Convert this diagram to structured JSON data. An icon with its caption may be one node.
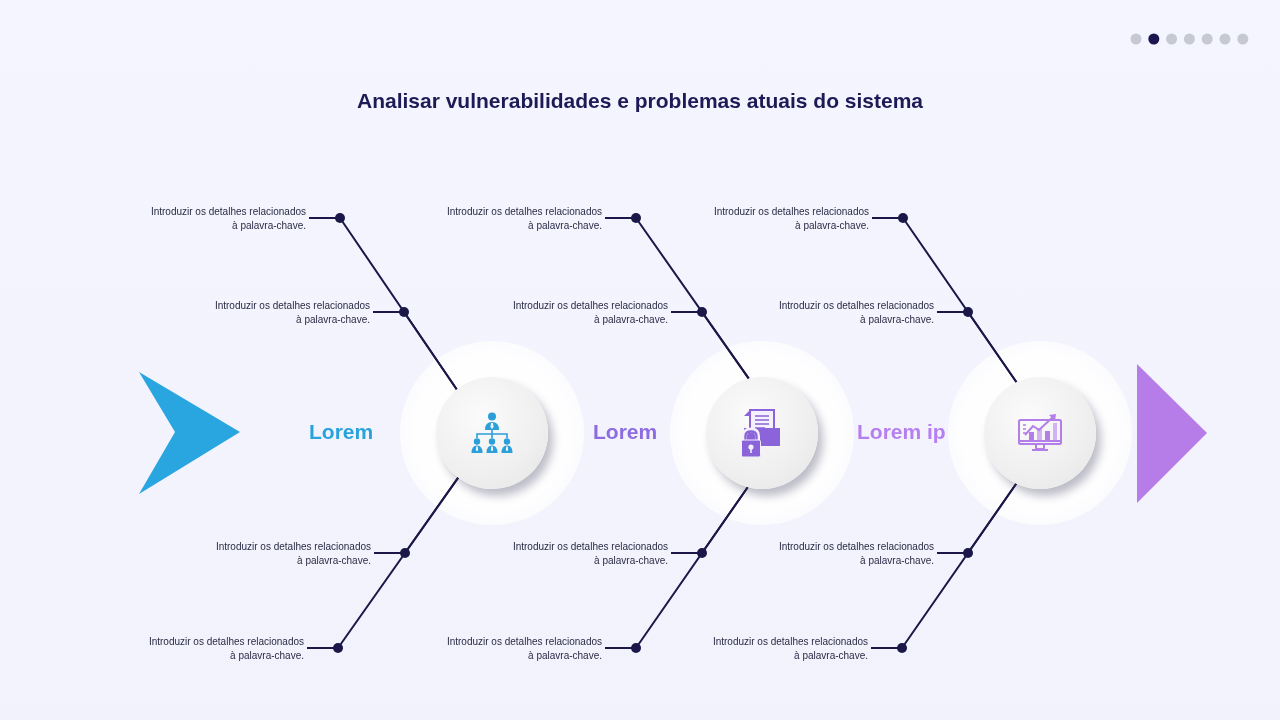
{
  "diagram": {
    "title": "Analisar vulnerabilidades e problemas atuais do sistema",
    "nodes": [
      {
        "text": [],
        "shape": "circle",
        "beside": [
          "Lorem"
        ]
      },
      {
        "text": [
          "Introduzir os detalhes relacionados à palavra-chave."
        ]
      },
      {
        "text": [
          "Introduzir os detalhes relacionados à palavra-chave."
        ]
      },
      {
        "text": [
          "Introduzir os detalhes relacionados à palavra-chave."
        ]
      },
      {
        "text": [
          "Introduzir os detalhes relacionados à palavra-chave."
        ]
      },
      {
        "text": [],
        "shape": "circle",
        "beside": [
          "Lorem"
        ]
      },
      {
        "text": [
          "Introduzir os detalhes relacionados à palavra-chave."
        ]
      },
      {
        "text": [
          "Introduzir os detalhes relacionados à palavra-chave."
        ]
      },
      {
        "text": [
          "Introduzir os detalhes relacionados à palavra-chave."
        ]
      },
      {
        "text": [
          "Introduzir os detalhes relacionados à palavra-chave."
        ]
      },
      {
        "text": [],
        "shape": "circle",
        "beside": [
          "Lorem ip"
        ]
      },
      {
        "text": [
          "Introduzir os detalhes relacionados à palavra-chave."
        ]
      },
      {
        "text": [
          "Introduzir os detalhes relacionados à palavra-chave."
        ]
      },
      {
        "text": [
          "Introduzir os detalhes relacionados à palavra-chave."
        ]
      },
      {
        "text": [
          "Introduzir os detalhes relacionados à palavra-chave."
        ]
      }
    ],
    "edges": [
      {
        "from": 1,
        "to": 0,
        "arrow": "none"
      },
      {
        "from": 2,
        "to": 0,
        "arrow": "none"
      },
      {
        "from": 3,
        "to": 0,
        "arrow": "none"
      },
      {
        "from": 4,
        "to": 0,
        "arrow": "none"
      },
      {
        "from": 6,
        "to": 5,
        "arrow": "none"
      },
      {
        "from": 7,
        "to": 5,
        "arrow": "none"
      },
      {
        "from": 8,
        "to": 5,
        "arrow": "none"
      },
      {
        "from": 9,
        "to": 5,
        "arrow": "none"
      },
      {
        "from": 11,
        "to": 10,
        "arrow": "none"
      },
      {
        "from": 12,
        "to": 10,
        "arrow": "none"
      },
      {
        "from": 13,
        "to": 10,
        "arrow": "none"
      },
      {
        "from": 14,
        "to": 10,
        "arrow": "none"
      }
    ]
  }
}
